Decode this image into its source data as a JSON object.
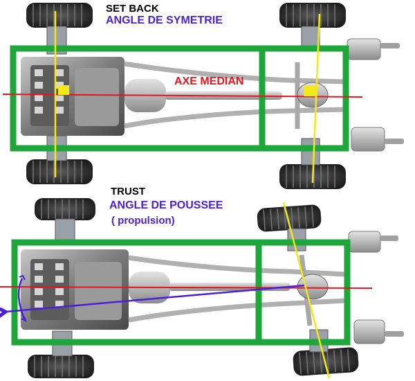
{
  "labels": {
    "set_back": "SET BACK",
    "angle_symetrie": "ANGLE DE SYMETRIE",
    "axe_median": "AXE MEDIAN",
    "trust": "TRUST",
    "angle_poussee": "ANGLE DE POUSSEE",
    "propulsion": "( propulsion)"
  },
  "colors": {
    "frame": "#1ea63a",
    "median_axis": "#e8141c",
    "axle_line": "#f2e81a",
    "thrust_arrow": "#4a1fd6",
    "label_purple": "#4a1fd6",
    "marker": "#f2e81a"
  },
  "icons": {
    "wheel": "tire-icon",
    "muffler": "exhaust-muffler-icon",
    "engine": "engine-block-icon"
  }
}
